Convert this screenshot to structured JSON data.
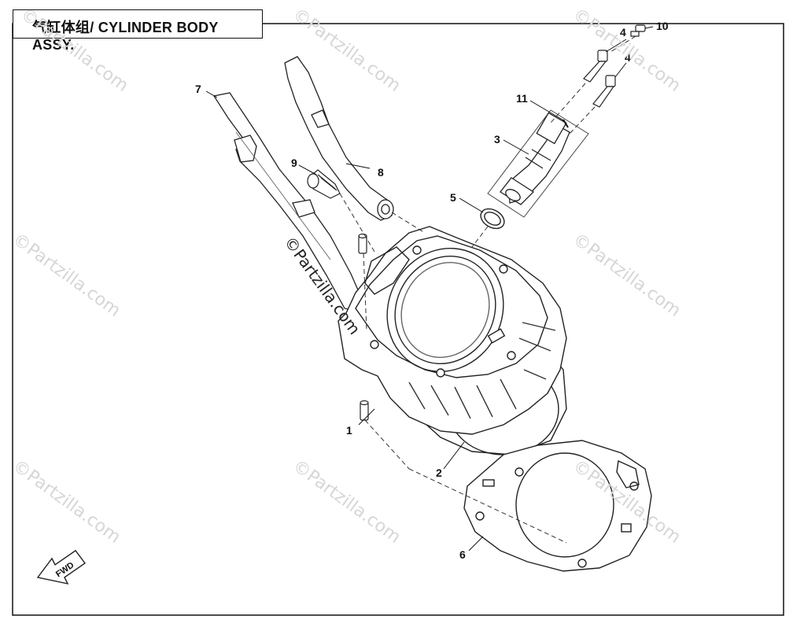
{
  "title": "气缸体组/ CYLINDER BODY ASSY.",
  "watermark": "©Partzilla.com",
  "fwd_label": "FWD",
  "callouts": [
    {
      "id": "c1",
      "label": "1"
    },
    {
      "id": "c2",
      "label": "2"
    },
    {
      "id": "c3",
      "label": "3"
    },
    {
      "id": "c4a",
      "label": "4"
    },
    {
      "id": "c4b",
      "label": "4"
    },
    {
      "id": "c5",
      "label": "5"
    },
    {
      "id": "c6",
      "label": "6"
    },
    {
      "id": "c7",
      "label": "7"
    },
    {
      "id": "c8",
      "label": "8"
    },
    {
      "id": "c9",
      "label": "9"
    },
    {
      "id": "c10",
      "label": "10"
    },
    {
      "id": "c11",
      "label": "11"
    }
  ]
}
